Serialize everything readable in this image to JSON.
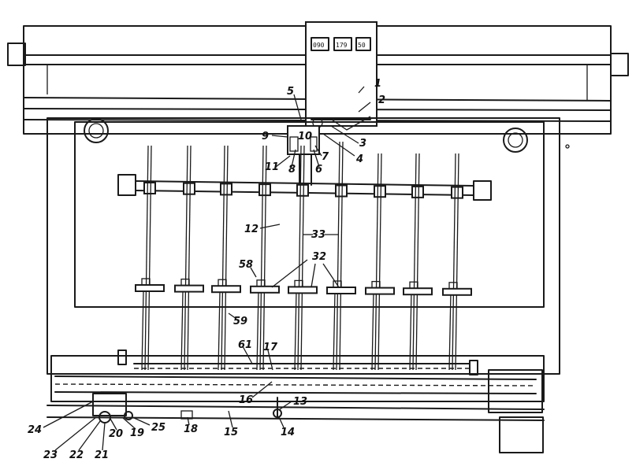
{
  "counters": [
    "090",
    "179",
    "50"
  ],
  "labels": {
    "l1": "1",
    "l2": "2",
    "l3": "3",
    "l4": "4",
    "l5": "5",
    "l6": "6",
    "l7": "7",
    "l8": "8",
    "l9": "9",
    "l10": "10",
    "l11": "11",
    "l12": "12",
    "l13": "13",
    "l14": "14",
    "l15": "15",
    "l16": "16",
    "l17": "17",
    "l18": "18",
    "l19": "19",
    "l20": "20",
    "l21": "21",
    "l22": "22",
    "l23": "23",
    "l24": "24",
    "l25": "25",
    "l32": "32",
    "l33": "33",
    "l58": "58",
    "l59": "59",
    "l61": "61"
  }
}
